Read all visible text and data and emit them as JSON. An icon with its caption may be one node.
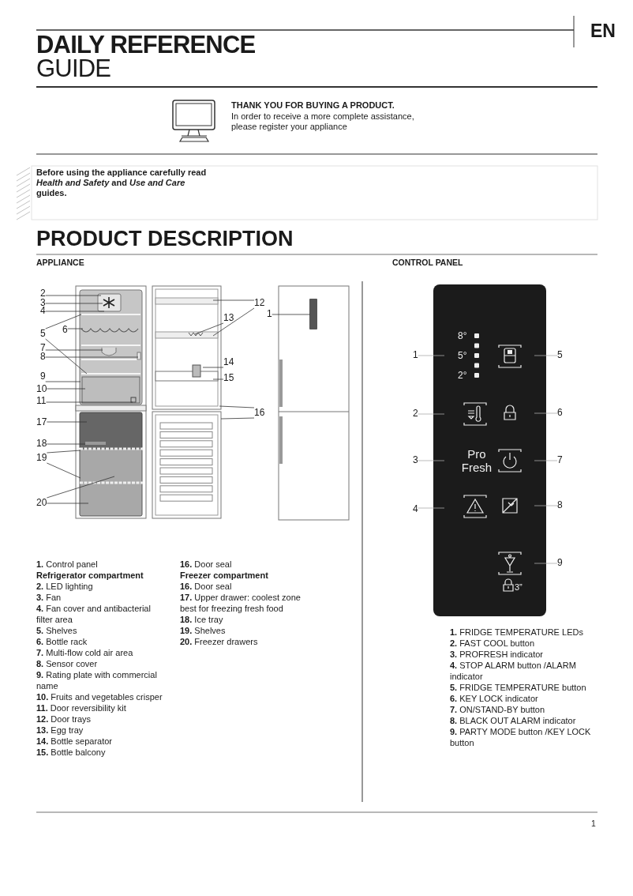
{
  "diagram": {
    "title": "**DAILY REFERENCE** GUIDE",
    "nodes": [
      {
        "text": [
          "2"
        ]
      },
      {
        "text": [
          "3"
        ]
      },
      {
        "text": [
          "4"
        ]
      },
      {
        "text": [
          "5"
        ]
      },
      {
        "text": [
          "6"
        ]
      },
      {
        "text": [
          "7"
        ]
      },
      {
        "text": [
          "8"
        ]
      },
      {
        "text": [
          "9"
        ]
      },
      {
        "text": [
          "10"
        ]
      },
      {
        "text": [
          "11"
        ]
      },
      {
        "text": [
          "17"
        ]
      },
      {
        "text": [
          "18"
        ]
      },
      {
        "text": [
          "19"
        ]
      },
      {
        "text": [
          "20"
        ]
      },
      {
        "text": [
          "12"
        ]
      },
      {
        "text": [
          "13"
        ]
      },
      {
        "text": [
          "14"
        ]
      },
      {
        "text": [
          "15"
        ]
      },
      {
        "text": [
          "16"
        ]
      },
      {
        "text": [
          "1"
        ]
      },
      {
        "text": [
          "1"
        ]
      },
      {
        "text": [
          "2"
        ]
      },
      {
        "text": [
          "3"
        ]
      },
      {
        "text": [
          "4"
        ]
      },
      {
        "text": [
          "5"
        ]
      },
      {
        "text": [
          "6"
        ]
      },
      {
        "text": [
          "7"
        ]
      },
      {
        "text": [
          "8"
        ]
      },
      {
        "text": [
          "9"
        ]
      },
      {
        "text": [],
        "shape": "picture"
      },
      {
        "text": [],
        "shape": "picture"
      },
      {
        "text": [],
        "shape": "picture"
      },
      {
        "text": [],
        "shape": "box"
      }
    ],
    "edges": [
      {
        "from": 0,
        "to": 29,
        "arrow": "none"
      },
      {
        "from": 1,
        "to": 29,
        "arrow": "none"
      },
      {
        "from": 2,
        "to": 29,
        "arrow": "none"
      },
      {
        "from": 3,
        "to": 29,
        "arrow": "none"
      },
      {
        "from": 3,
        "to": 29,
        "arrow": "none"
      },
      {
        "from": 4,
        "to": 29,
        "arrow": "none"
      },
      {
        "from": 5,
        "to": 29,
        "arrow": "none"
      },
      {
        "from": 6,
        "to": 29,
        "arrow": "none"
      },
      {
        "from": 7,
        "to": 29,
        "arrow": "none"
      },
      {
        "from": 8,
        "to": 29,
        "arrow": "none"
      },
      {
        "from": 9,
        "to": 29,
        "arrow": "none"
      },
      {
        "from": 10,
        "to": 29,
        "arrow": "none"
      },
      {
        "from": 11,
        "to": 29,
        "arrow": "none"
      },
      {
        "from": 12,
        "to": 29,
        "arrow": "none"
      },
      {
        "from": 12,
        "to": 29,
        "arrow": "none"
      },
      {
        "from": 13,
        "to": 29,
        "arrow": "none"
      },
      {
        "from": 13,
        "to": 29,
        "arrow": "none"
      },
      {
        "from": 14,
        "to": 30,
        "arrow": "none"
      },
      {
        "from": 14,
        "to": 30,
        "arrow": "none"
      },
      {
        "from": 15,
        "to": 30,
        "arrow": "none"
      },
      {
        "from": 16,
        "to": 30,
        "arrow": "none"
      },
      {
        "from": 17,
        "to": 30,
        "arrow": "none"
      },
      {
        "from": 18,
        "to": 30,
        "arrow": "none"
      },
      {
        "from": 18,
        "to": 30,
        "arrow": "none"
      },
      {
        "from": 19,
        "to": 31,
        "arrow": "none"
      },
      {
        "from": 20,
        "to": 32,
        "arrow": "none",
        "color": "#aaaaaa"
      },
      {
        "from": 21,
        "to": 32,
        "arrow": "none",
        "color": "#aaaaaa"
      },
      {
        "from": 22,
        "to": 32,
        "arrow": "none",
        "color": "#aaaaaa"
      },
      {
        "from": 23,
        "to": 32,
        "arrow": "none",
        "color": "#aaaaaa"
      },
      {
        "from": 24,
        "to": 32,
        "arrow": "none",
        "color": "#aaaaaa"
      },
      {
        "from": 25,
        "to": 32,
        "arrow": "none",
        "color": "#aaaaaa"
      },
      {
        "from": 26,
        "to": 32,
        "arrow": "none",
        "color": "#aaaaaa"
      },
      {
        "from": 27,
        "to": 32,
        "arrow": "none",
        "color": "#aaaaaa"
      },
      {
        "from": 28,
        "to": 32,
        "arrow": "none",
        "color": "#aaaaaa"
      }
    ],
    "labels": [
      "EN",
      "THANK YOU FOR BUYING A PRODUCT.",
      "In order to receive a more complete assistance, please register your appliance",
      "Before using the appliance carefully read *Health and Safety* and *Use and Care* guides.",
      "PRODUCT DESCRIPTION",
      "APPLIANCE",
      "CONTROL PANEL",
      "8°",
      "5°",
      "2°",
      "Pro Fresh",
      "3”",
      "**1.** Control panel",
      "Refrigerator compartment",
      "**2.** LED lighting",
      "**3.** Fan",
      "**4.** Fan cover and antibacterial filter area",
      "**5.** Shelves",
      "**6.** Bottle rack",
      "**7.** Multi-flow cold air area",
      "**8.** Sensor cover",
      "**9.** Rating plate with commercial name",
      "**10.** Fruits and vegetables crisper",
      "**11.** Door reversibility kit",
      "**12.** Door trays",
      "**13.** Egg tray",
      "**14.** Bottle separator",
      "**15.** Bottle balcony",
      "**16.** Door seal",
      "Freezer compartment",
      "**16.** Door seal",
      "**17.** Upper drawer: coolest zone best for freezing fresh food",
      "**18.** Ice tray",
      "**19.** Shelves",
      "**20.** Freezer drawers",
      "**1.** FRIDGE TEMPERATURE LEDs",
      "**2.** FAST COOL button",
      "**3.** PROFRESH indicator",
      "**4.** STOP ALARM button /ALARM indicator",
      "**5.** FRIDGE TEMPERATURE button",
      "**6.** KEY LOCK indicator",
      "**7.** ON/STAND-BY button",
      "**8.** BLACK OUT ALARM indicator",
      "**9.** PARTY MODE button /KEY LOCK button",
      "1"
    ]
  }
}
